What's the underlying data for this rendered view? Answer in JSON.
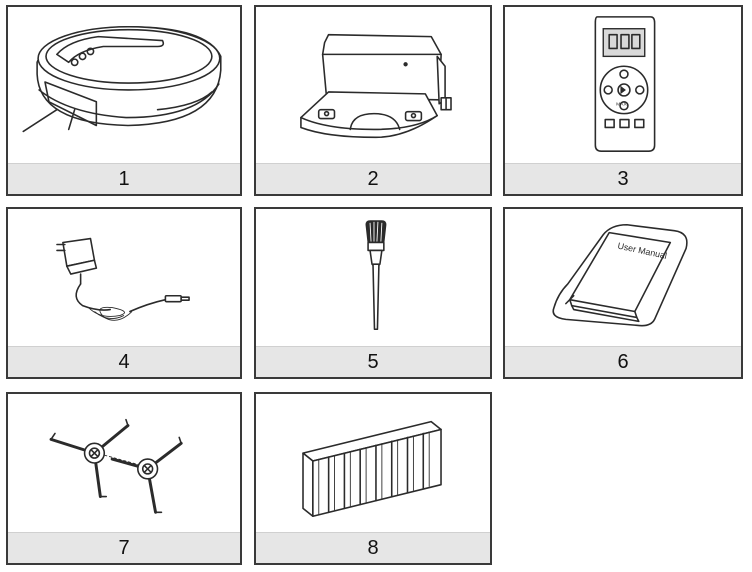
{
  "items": [
    {
      "number": "1",
      "icon": "robot-vacuum-icon"
    },
    {
      "number": "2",
      "icon": "charging-dock-icon"
    },
    {
      "number": "3",
      "icon": "remote-control-icon"
    },
    {
      "number": "4",
      "icon": "power-adapter-icon"
    },
    {
      "number": "5",
      "icon": "cleaning-brush-icon"
    },
    {
      "number": "6",
      "icon": "user-manual-icon",
      "manual_text": "User Manual"
    },
    {
      "number": "7",
      "icon": "side-brushes-icon"
    },
    {
      "number": "8",
      "icon": "virtual-wall-icon"
    }
  ]
}
